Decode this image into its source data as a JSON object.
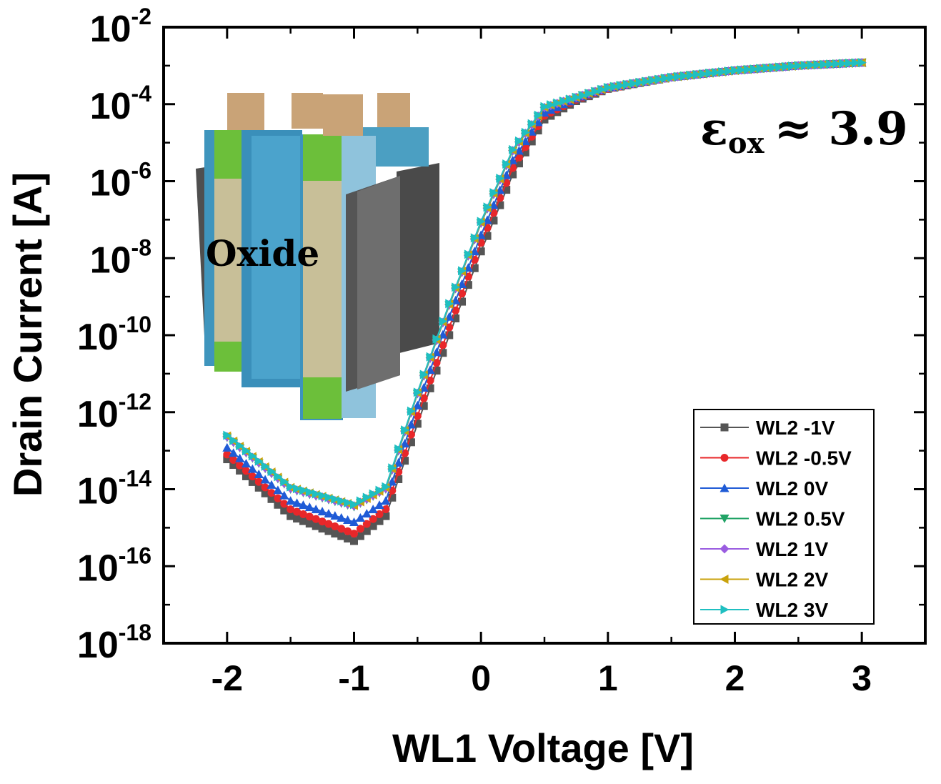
{
  "chart_data": {
    "type": "line",
    "title": "",
    "xlabel": "WL1 Voltage [V]",
    "ylabel": "Drain Current [A]",
    "x_scale": "linear",
    "y_scale": "log",
    "xlim": [
      -2.5,
      3.5
    ],
    "ylim": [
      1e-18,
      0.01
    ],
    "x_ticks": [
      "-2",
      "-1",
      "0",
      "1",
      "2",
      "3"
    ],
    "y_ticks": [
      {
        "base": "10",
        "exp": "-2"
      },
      {
        "base": "10",
        "exp": "-4"
      },
      {
        "base": "10",
        "exp": "-6"
      },
      {
        "base": "10",
        "exp": "-8"
      },
      {
        "base": "10",
        "exp": "-10"
      },
      {
        "base": "10",
        "exp": "-12"
      },
      {
        "base": "10",
        "exp": "-14"
      },
      {
        "base": "10",
        "exp": "-16"
      },
      {
        "base": "10",
        "exp": "-18"
      }
    ],
    "grid": false,
    "legend_position": "bottom-right",
    "x": [
      -2.0,
      -1.5,
      -1.0,
      -0.75,
      -0.5,
      -0.25,
      0.0,
      0.25,
      0.5,
      0.75,
      1.0,
      1.5,
      2.0,
      2.5,
      3.0
    ],
    "series": [
      {
        "name": "WL2 -1V",
        "color": "#555555",
        "marker": "square",
        "values": [
          6e-14,
          2e-15,
          4.5e-16,
          2e-15,
          5e-13,
          1e-10,
          1.5e-08,
          1.5e-06,
          4e-05,
          0.00012,
          0.00025,
          0.0005,
          0.00075,
          0.001,
          0.0012
        ]
      },
      {
        "name": "WL2 -0.5V",
        "color": "#e8272a",
        "marker": "circle",
        "values": [
          8e-14,
          3e-15,
          7e-16,
          3e-15,
          8e-13,
          1.6e-10,
          2.5e-08,
          2.2e-06,
          5e-05,
          0.00013,
          0.00025,
          0.0005,
          0.00075,
          0.001,
          0.0012
        ]
      },
      {
        "name": "WL2 0V",
        "color": "#1f5bd6",
        "marker": "triangle-up",
        "values": [
          1.2e-13,
          5e-15,
          1.4e-15,
          5e-15,
          1.5e-12,
          3e-10,
          4e-08,
          3.5e-06,
          6e-05,
          0.00014,
          0.00026,
          0.0005,
          0.00075,
          0.001,
          0.0012
        ]
      },
      {
        "name": "WL2 0.5V",
        "color": "#21a366",
        "marker": "triangle-down",
        "values": [
          2.2e-13,
          1e-14,
          3.5e-15,
          1e-14,
          3e-12,
          6e-10,
          8e-08,
          6e-06,
          8e-05,
          0.00015,
          0.00027,
          0.0005,
          0.00075,
          0.001,
          0.0012
        ]
      },
      {
        "name": "WL2 1V",
        "color": "#9a5ce0",
        "marker": "diamond",
        "values": [
          2.3e-13,
          1.05e-14,
          3.7e-15,
          1.05e-14,
          3.1e-12,
          6.2e-10,
          8.3e-08,
          6.2e-06,
          8.2e-05,
          0.00015,
          0.00027,
          0.0005,
          0.00075,
          0.001,
          0.0012
        ]
      },
      {
        "name": "WL2 2V",
        "color": "#c9a20b",
        "marker": "triangle-left",
        "values": [
          2.4e-13,
          1.1e-14,
          3.8e-15,
          1.1e-14,
          3.2e-12,
          6.4e-10,
          8.6e-08,
          6.4e-06,
          8.4e-05,
          0.00015,
          0.00027,
          0.0005,
          0.00075,
          0.001,
          0.0012
        ]
      },
      {
        "name": "WL2 3V",
        "color": "#1fbfc1",
        "marker": "triangle-right",
        "values": [
          2.5e-13,
          1.15e-14,
          4e-15,
          1.15e-14,
          3.3e-12,
          6.6e-10,
          9e-08,
          6.6e-06,
          8.6e-05,
          0.00015,
          0.00027,
          0.0005,
          0.00075,
          0.001,
          0.0012
        ]
      }
    ],
    "annotations": {
      "permittivity": {
        "symbol": "ε",
        "subscript": "ox",
        "text": "≈ 3.9"
      },
      "inset_label": "Oxide"
    }
  }
}
